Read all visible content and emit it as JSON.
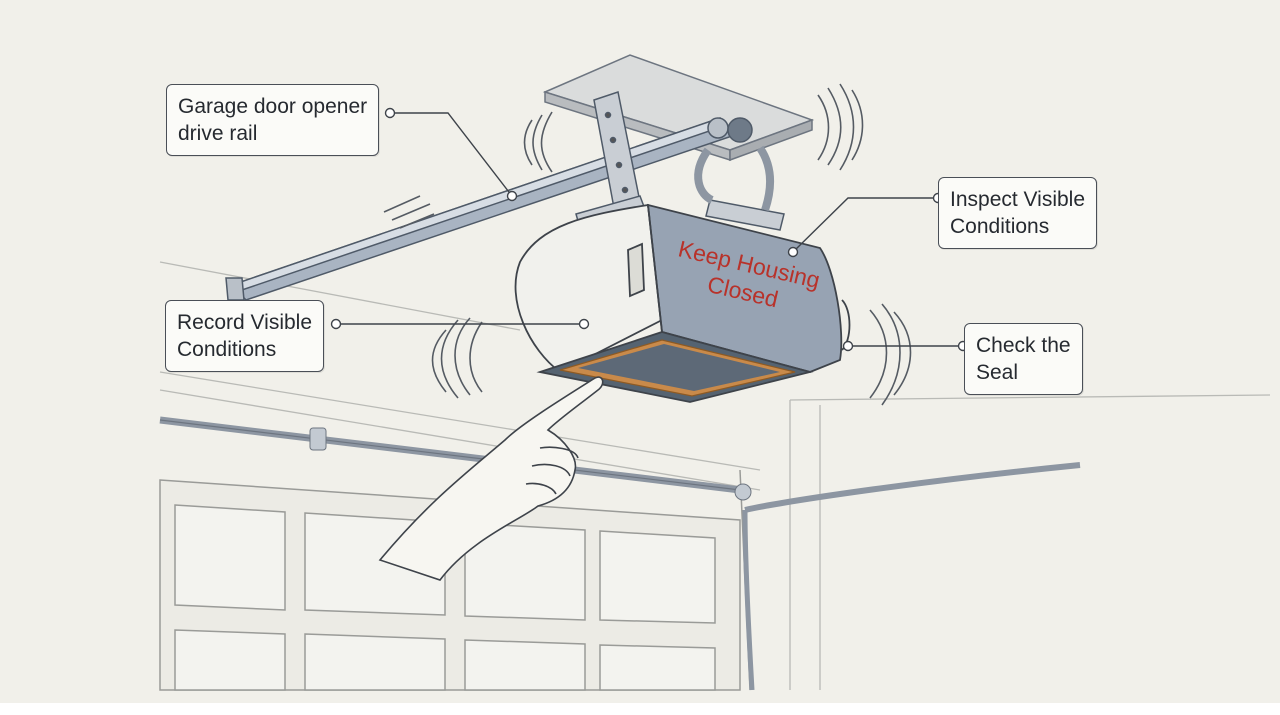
{
  "callouts": {
    "drive_rail": {
      "line1": "Garage door opener",
      "line2": "drive rail"
    },
    "inspect": {
      "line1": "Inspect Visible",
      "line2": "Conditions"
    },
    "record": {
      "line1": "Record Visible",
      "line2": "Conditions"
    },
    "seal": {
      "line1": "Check the",
      "line2": "Seal"
    }
  },
  "housing_label": {
    "line1": "Keep Housing",
    "line2": "Closed"
  },
  "colors": {
    "background": "#f1f0ea",
    "line": "#3e434a",
    "housing": "#9aa5b4",
    "label_red": "#b8322a",
    "seal": "#c98a4a"
  },
  "icons": [
    "vibration-lines-icon",
    "pointing-hand-icon",
    "mount-bracket-icon"
  ]
}
